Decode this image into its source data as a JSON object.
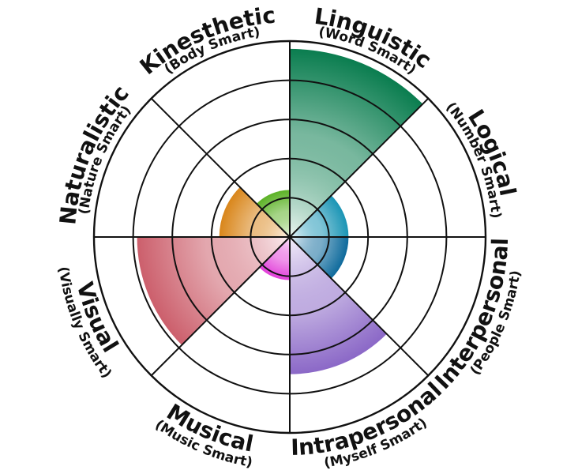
{
  "chart_data": {
    "type": "radial_bar",
    "scale_rings": 5,
    "max_value": 5,
    "grid": true,
    "segments": [
      {
        "name": "Linguistic",
        "subtitle": "(Word Smart)",
        "value": 4.8,
        "color": "#0a7d4f",
        "light": "#eef7f2"
      },
      {
        "name": "Logical",
        "subtitle": "(Number Smart)",
        "value": 1.5,
        "color": "#1a95b5",
        "light": "#eef8fb"
      },
      {
        "name": "Interpersonal",
        "subtitle": "(People Smart)",
        "value": 1.5,
        "color": "#0e6a9c",
        "light": "#edf4f9"
      },
      {
        "name": "Intrapersonal",
        "subtitle": "(Myself Smart)",
        "value": 3.5,
        "color": "#8b68c7",
        "light": "#f5f1fb"
      },
      {
        "name": "Musical",
        "subtitle": "(Music Smart)",
        "value": 1.1,
        "color": "#e23fd9",
        "light": "#fdf0fc"
      },
      {
        "name": "Visual",
        "subtitle": "(Visually Smart)",
        "value": 3.9,
        "color": "#cc5f6c",
        "light": "#fbeff1"
      },
      {
        "name": "Naturalistic",
        "subtitle": "(Nature Smart)",
        "value": 1.8,
        "color": "#d9861b",
        "light": "#fdf5ea"
      },
      {
        "name": "Kinesthetic",
        "subtitle": "(Body Smart)",
        "value": 1.2,
        "color": "#5cb226",
        "light": "#f2f9ec"
      }
    ]
  }
}
